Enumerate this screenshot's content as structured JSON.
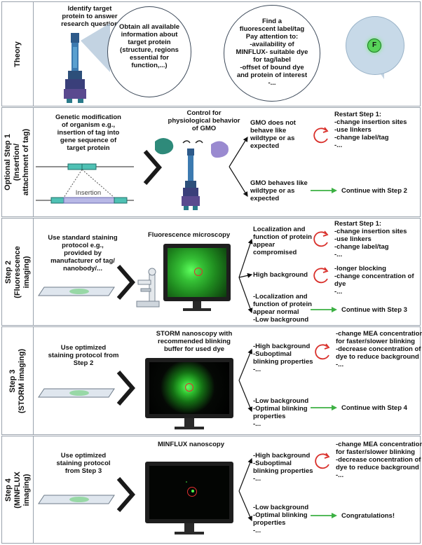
{
  "rows": {
    "theory": {
      "label": "Theory"
    },
    "opt": {
      "label": "Optional Step 1\n(Insertion/\nattachment of tag)"
    },
    "s2": {
      "label": "Step 2\n(Fluorescence\nimaging)"
    },
    "s3": {
      "label": "Step 3\n(STORM imaging)"
    },
    "s4": {
      "label": "Step 4\n(MINFLUX\nimaging)"
    }
  },
  "theory": {
    "identify": "Identify target\nprotein to answer\nresearch question",
    "obtain": "Obtain all available\ninformation about\ntarget protein\n(structure, regions\nessential for\nfunction,...)",
    "find": "Find a\nfluorescent label/tag\nPay attention to:\n-availability of\nMINFLUX- suitable dye\nfor tag/label\n-offset of bound dye\nand protein of interest\n-...",
    "f_label": "F"
  },
  "opt": {
    "genetic": "Genetic modification\nof organism e.g.,\ninsertion of tag into\ngene sequence of\ntarget protein",
    "insertion": "Insertion",
    "control": "Control for\nphysiological behavior\nof GMO",
    "not_behave": "GMO does not\nbehave like\nwildtype or as\nexpected",
    "behaves": "GMO behaves like\nwildtype or as\nexpected",
    "restart": "Restart Step 1:\n-change insertion sites\n-use linkers\n-change label/tag\n-...",
    "continue": "Continue with Step 2"
  },
  "s2": {
    "staining": "Use standard staining\nprotocol e.g.,\nprovided by\nmanufacturer of tag/\nnanobody/...",
    "title": "Fluorescence microscopy",
    "loc_comp": "Localization and\nfunction of protein\nappear\ncompromised",
    "high_bg": "High background",
    "loc_norm": "-Localization and\nfunction of protein\nappear normal\n-Low background",
    "restart": "Restart Step 1:\n-change insertion sites\n-use linkers\n-change label/tag\n-...",
    "blocking": "-longer blocking\n-change concentration of\ndye\n-...",
    "continue": "Continue with Step 3"
  },
  "s3": {
    "staining": "Use optimized\nstaining protocol from\nStep 2",
    "title": "STORM nanoscopy with\nrecommended blinking\nbuffer for used dye",
    "high": "-High background\n-Suboptimal\nblinking properties\n-...",
    "low": "-Low background\n-Optimal blinking\nproperties\n-...",
    "change": "-change MEA concentration\nfor faster/slower blinking\n-decrease concentration of\ndye to reduce background\n-...",
    "continue": "Continue with Step 4"
  },
  "s4": {
    "staining": "Use optimized\nstaining protocol\nfrom Step 3",
    "title": "MINFLUX nanoscopy",
    "high": "-High background\n-Suboptimal\nblinking properties\n-...",
    "low": "-Low background\n-Optimal blinking\nproperties\n-...",
    "change": "-change MEA concentration\nfor faster/slower blinking\n-decrease concentration of\ndye to reduce background\n-...",
    "congrats": "Congratulations!"
  },
  "colors": {
    "arrow_green": "#3cb043",
    "cycle_red": "#d9302b",
    "border": "#9aa3ad",
    "bubble_fill": "#ffffff",
    "wedge": "#a9c1d6"
  }
}
